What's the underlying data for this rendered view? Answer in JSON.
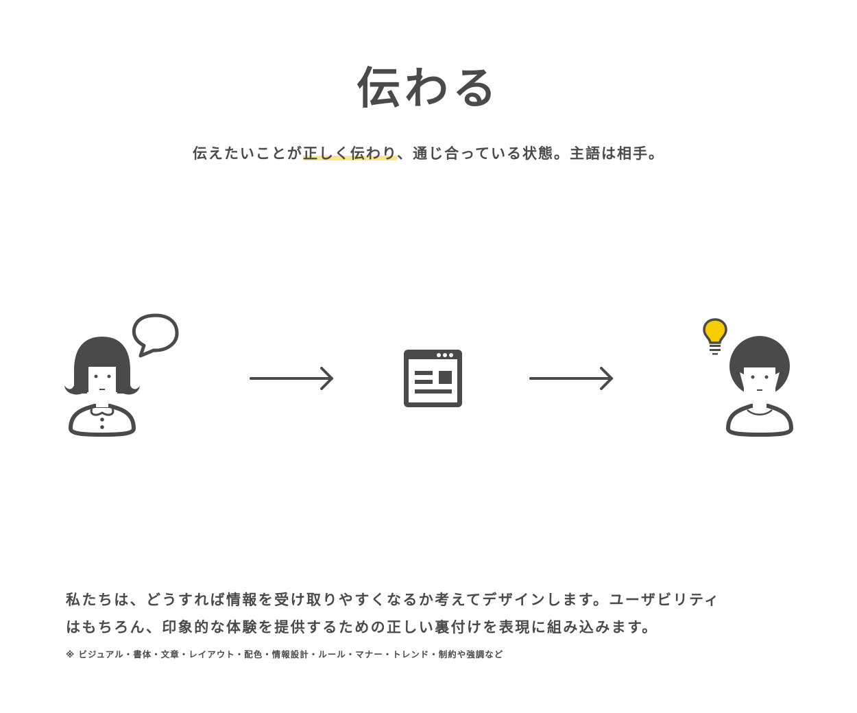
{
  "title": "伝わる",
  "subtitle": {
    "before": "伝えたいことが",
    "highlight": "正しく伝わり",
    "after": "、通じ合っている状態。主語は相手。"
  },
  "body": {
    "line1": "私たちは、どうすれば情報を受け取りやすくなるか考えてデザインします。ユーザビリティ",
    "line2": "はもちろん、印象的な体験を提供するための正しい裏付けを表現に組み込みます。",
    "note": "※ ビジュアル・書体・文章・レイアウト・配色・情報設計・ルール・マナー・トレンド・制約や強調など"
  },
  "colors": {
    "text": "#4a4a4a",
    "highlight": "#fbe68a",
    "bulb": "#f5cc00"
  },
  "diagram": {
    "icons": [
      "sender-woman-icon",
      "speech-bubble-icon",
      "arrow-right-icon",
      "web-page-icon",
      "arrow-right-icon",
      "lightbulb-icon",
      "receiver-man-icon"
    ]
  }
}
